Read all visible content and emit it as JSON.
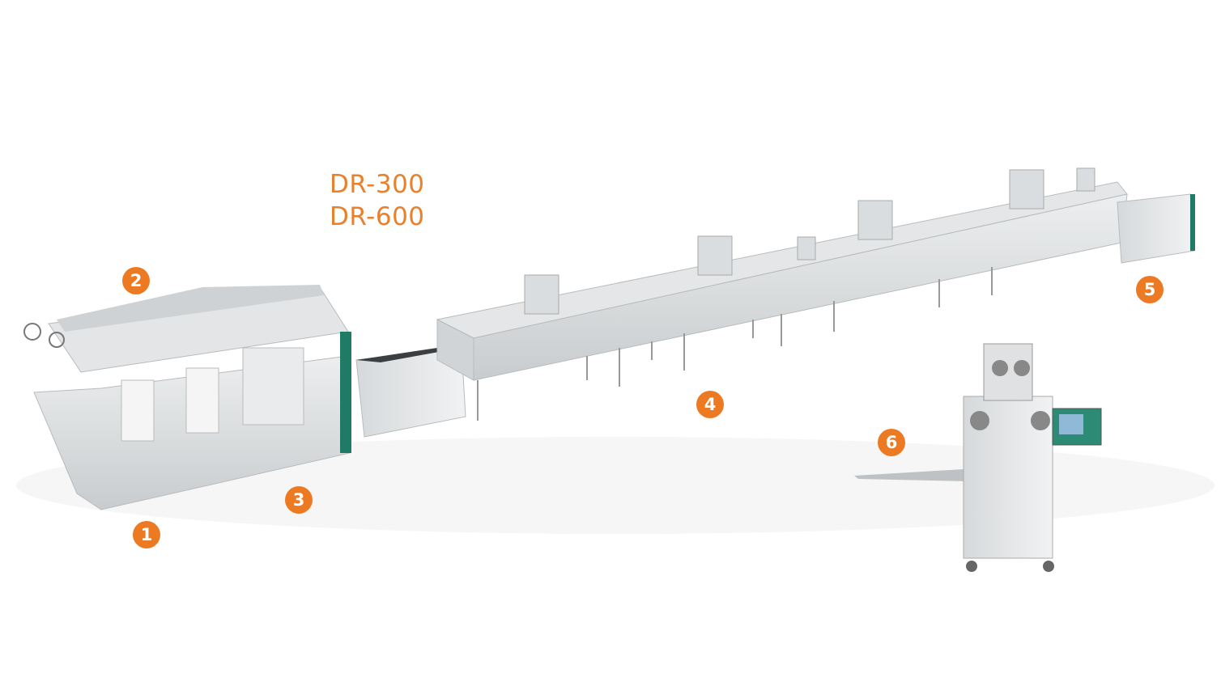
{
  "models": [
    "DR-300",
    "DR-600"
  ],
  "markers": [
    "1",
    "2",
    "3",
    "4",
    "5",
    "6"
  ],
  "colors": {
    "accent": "#ec7a22",
    "steel": "#d9dcde",
    "trim": "#1f7a66"
  }
}
